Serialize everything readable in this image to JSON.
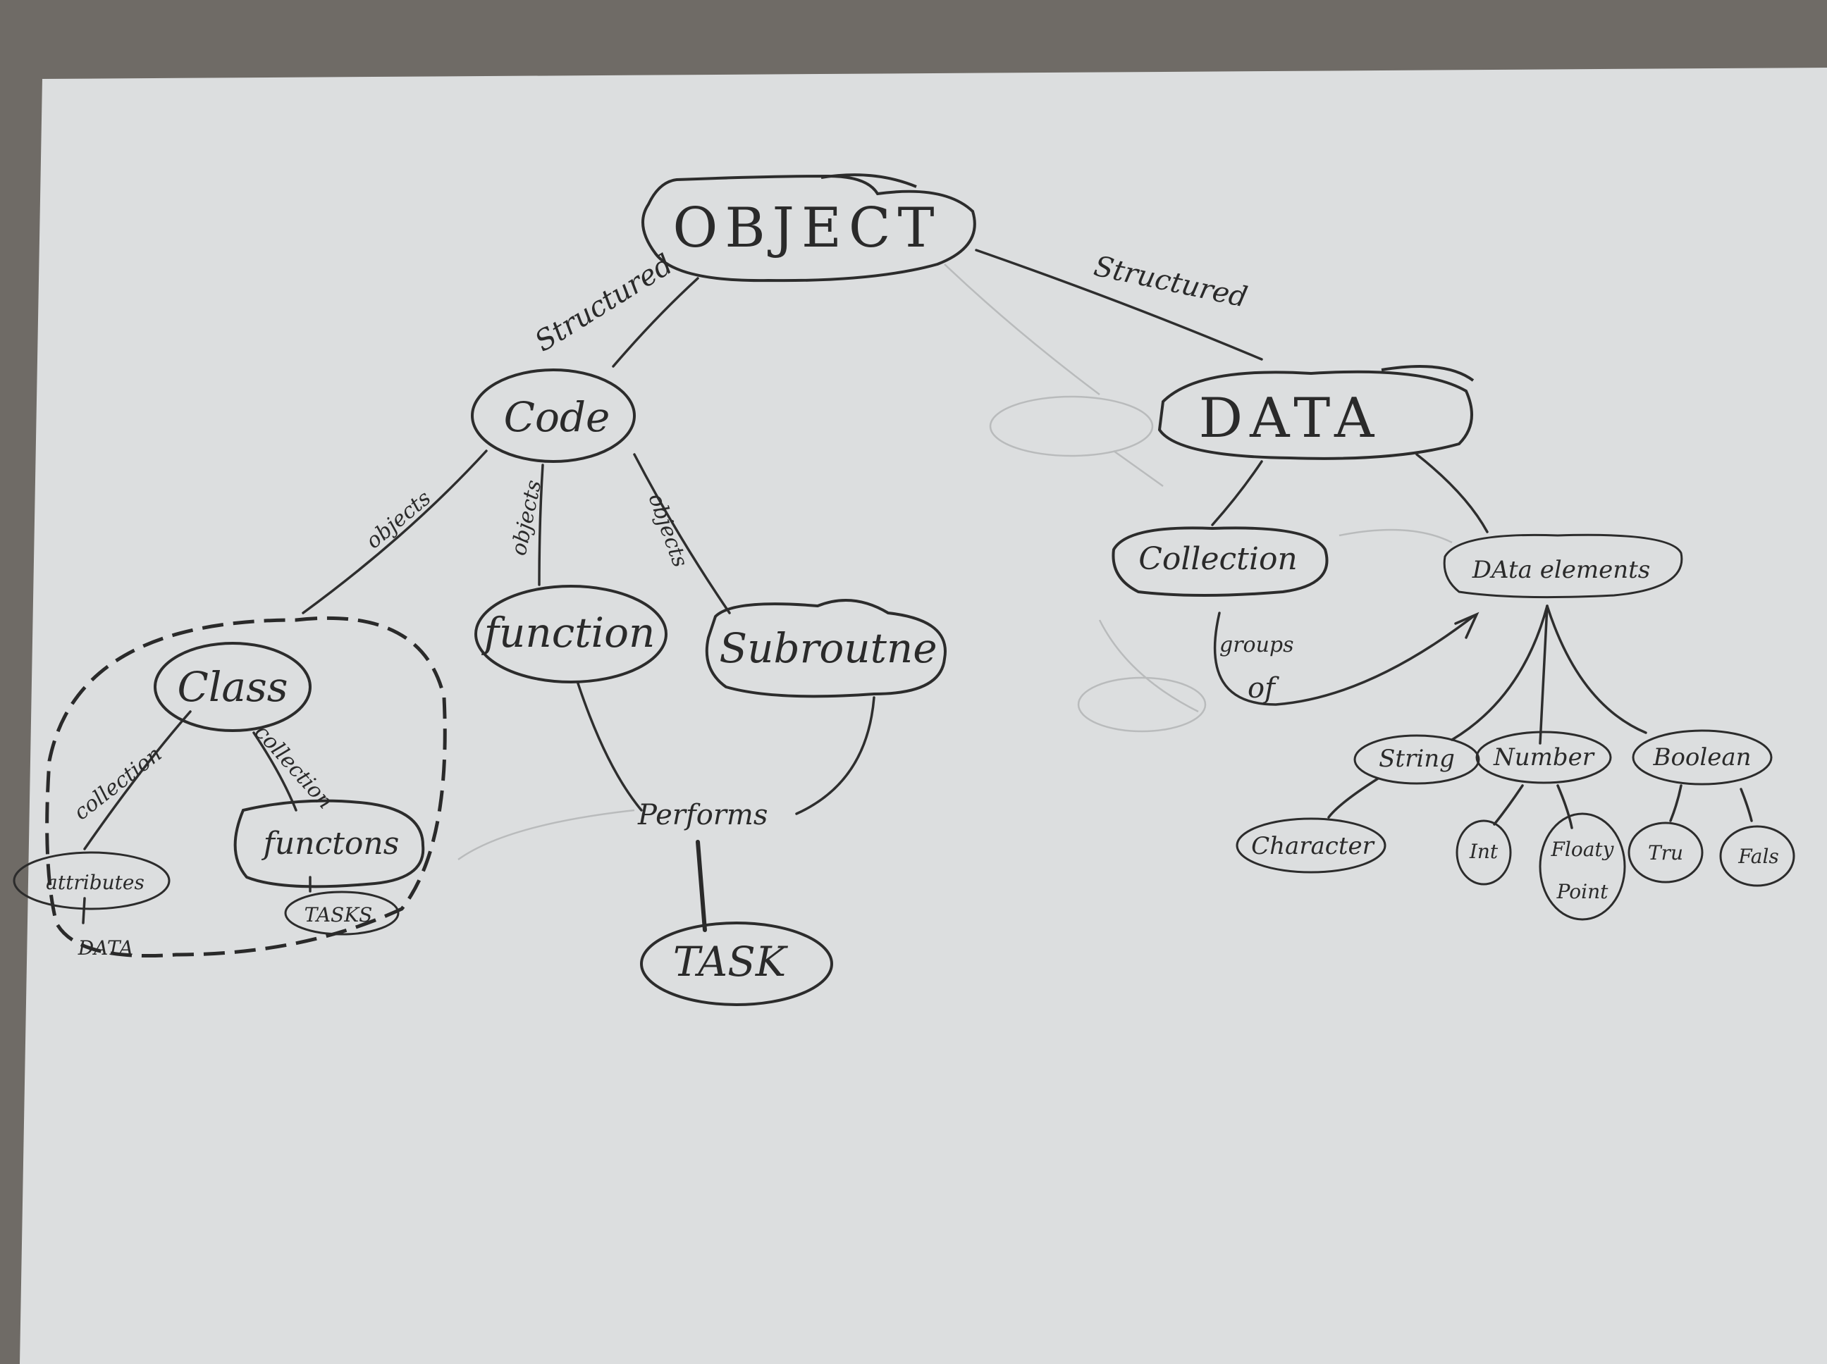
{
  "nodes": {
    "object": "OBJECT",
    "code": "Code",
    "data": "DATA",
    "class": "Class",
    "function": "function",
    "subroutine": "Subroutne",
    "collection": "Collection",
    "data_elements": "DAta elements",
    "attributes": "attributes",
    "functions": "functons",
    "tasks_small": "TASKS",
    "data_small": "DATA",
    "task": "TASK",
    "string": "String",
    "number": "Number",
    "boolean": "Boolean",
    "character": "Character",
    "int": "Int",
    "floating_point_line1": "Floaty",
    "floating_point_line2": "Point",
    "true": "Tru",
    "false": "Fals"
  },
  "edge_labels": {
    "structured_left": "Structured",
    "structured_right": "Structured",
    "objects_left": "objects",
    "objects_mid": "objects",
    "objects_right": "objects",
    "collection_left": "collection",
    "collection_right": "collection",
    "performs": "Performs",
    "groups_of_line1": "groups",
    "groups_of_line2": "of"
  }
}
